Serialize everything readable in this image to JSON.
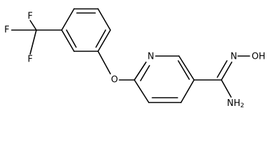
{
  "molecule": {
    "labels": {
      "f_top": "F",
      "f_left": "F",
      "f_bottom": "F",
      "o_ether": "O",
      "n_ring": "N",
      "n_oxime": "N",
      "oh": "OH",
      "nh2": "NH",
      "nh2_subscript": "2"
    }
  }
}
